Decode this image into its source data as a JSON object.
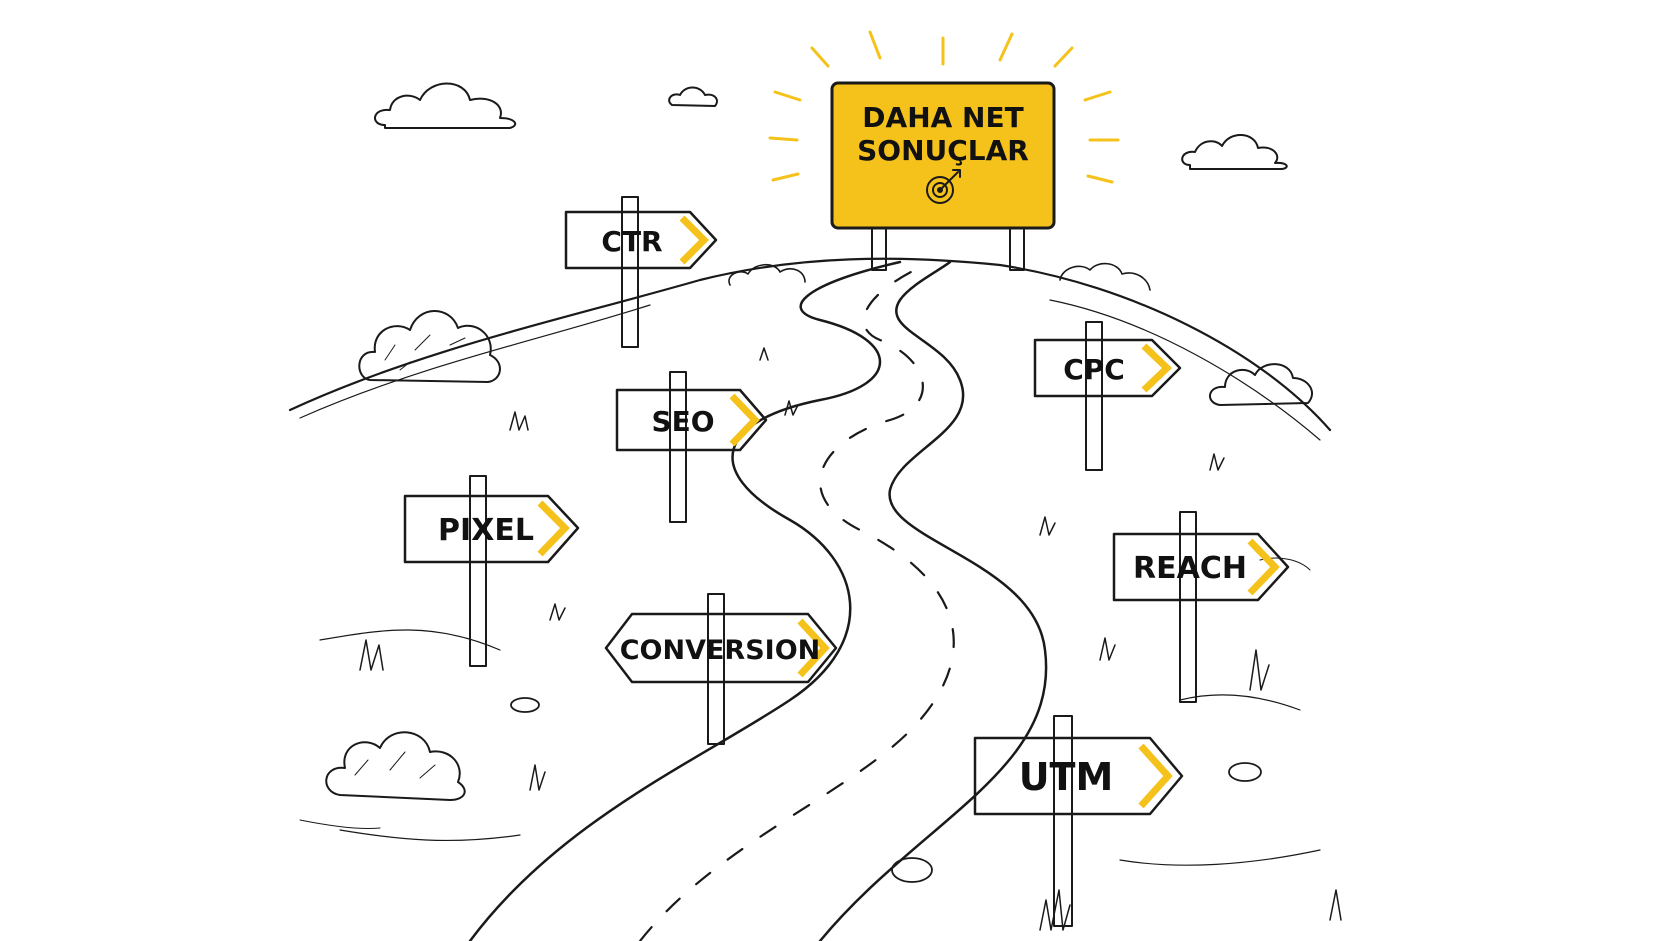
{
  "goal_sign": {
    "line1": "DAHA NET",
    "line2": "SONUÇLAR",
    "icon": "target-bullseye-icon",
    "color": "#f5c21b"
  },
  "signposts": [
    {
      "label": "CTR"
    },
    {
      "label": "SEO"
    },
    {
      "label": "PIXEL"
    },
    {
      "label": "CONVERSION"
    },
    {
      "label": "CPC"
    },
    {
      "label": "REACH"
    },
    {
      "label": "UTM"
    }
  ],
  "colors": {
    "accent": "#f5c21b",
    "ink": "#1a1a1a",
    "background": "#ffffff"
  }
}
